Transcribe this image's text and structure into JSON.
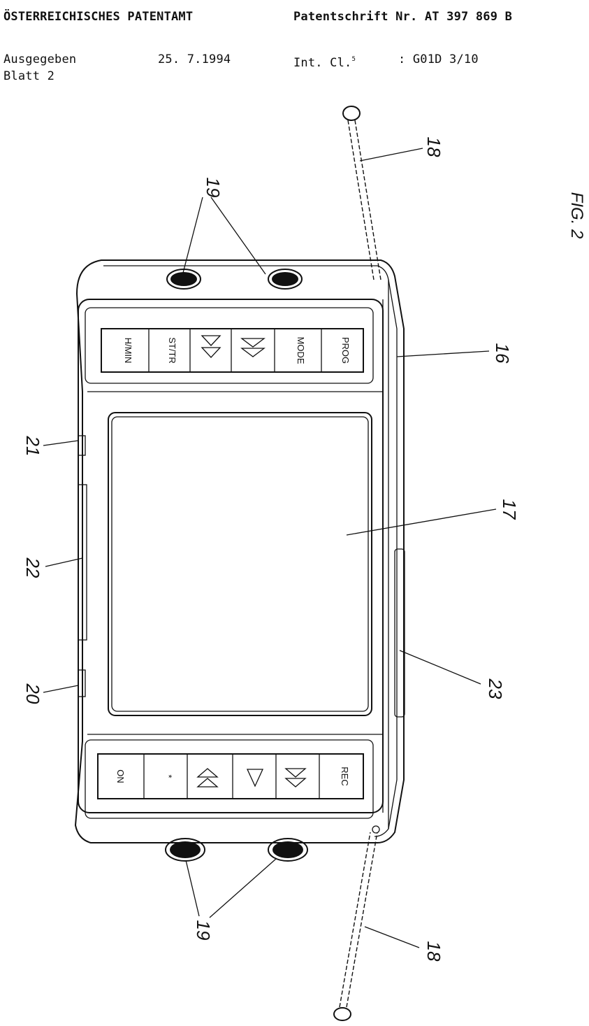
{
  "header": {
    "office": "ÖSTERREICHISCHES PATENTAMT",
    "patent_number": "Patentschrift Nr. AT 397 869 B",
    "issued_label": "Ausgegeben",
    "issued_date": "25. 7.1994",
    "int_cl_label": "Int. Cl.",
    "int_cl_superscript": "5",
    "int_cl_value": ": G01D 3/10",
    "sheet": "Blatt 2"
  },
  "figure": {
    "label": "FIG. 2",
    "top_keys": [
      "H/MIN",
      "ST/TR",
      "",
      "",
      "MODE",
      "PROG"
    ],
    "top_key_icons": [
      "",
      "",
      "double-triangle-icon",
      "double-triangle-icon",
      "",
      ""
    ],
    "bottom_keys": [
      "ON",
      "*",
      "",
      "",
      "",
      "REC"
    ],
    "bottom_key_icons": [
      "",
      "",
      "double-triangle-icon",
      "triangle-icon",
      "double-triangle-icon",
      ""
    ],
    "references": {
      "r16": "16",
      "r17": "17",
      "r18_top": "18",
      "r18_bottom": "18",
      "r19_top": "19",
      "r19_bottom": "19",
      "r20": "20",
      "r21": "21",
      "r22": "22",
      "r23": "23"
    }
  }
}
